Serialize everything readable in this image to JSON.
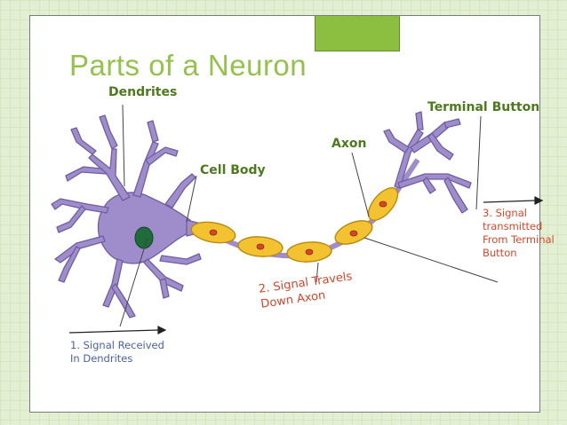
{
  "slide": {
    "title": "Parts of a Neuron"
  },
  "labels": {
    "dendrites": "Dendrites",
    "terminal_button": "Terminal Button",
    "axon": "Axon",
    "cell_body": "Cell Body"
  },
  "notes": {
    "step1_line1": "1.    Signal Received",
    "step1_line2": "In Dendrites",
    "step2_line1": "2. Signal Travels",
    "step2_line2": "Down Axon",
    "step3_line1": "3. Signal",
    "step3_line2": "transmitted",
    "step3_line3": "From Terminal",
    "step3_line4": "Button"
  },
  "colors": {
    "neuron_body": "#9f8ccb",
    "neuron_outline": "#6f5ea3",
    "nucleus": "#1f6b3a",
    "myelin_fill": "#f2c230",
    "myelin_outline": "#b98a10",
    "node_dot": "#d8462a",
    "title_green": "#94c24a",
    "label_green": "#4d7a1c"
  }
}
